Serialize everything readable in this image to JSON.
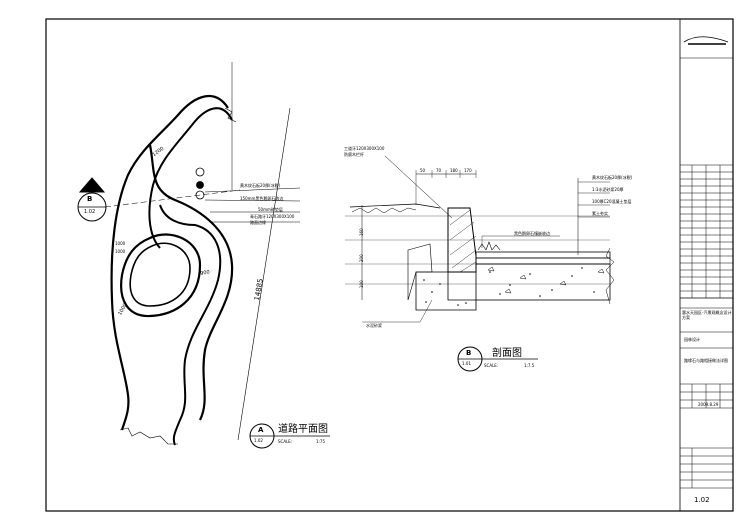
{
  "plan": {
    "title": "道路平面图",
    "scale_label": "SCALE:",
    "scale_value": "1:75",
    "marker_letter": "A",
    "marker_sheet": "1.02",
    "section_marker_letter": "B",
    "section_marker_sheet": "1.02",
    "dim_1200": "1200",
    "dim_900": "900",
    "dim_1000": "1000",
    "dim_small_1": "1000",
    "dim_small_2": "1000",
    "dim_length": "14885",
    "callouts": [
      "黄木纹石板20厚(冰裂)",
      "150mm黑色鹅卵石收边",
      "50mm砖垫层",
      "青石路牙120X300X100",
      "路面边缘"
    ]
  },
  "section": {
    "title": "剖面图",
    "scale_label": "SCALE:",
    "scale_value": "1:7.5",
    "marker_letter": "B",
    "marker_sheet": "1.01",
    "top_dims": [
      "50",
      "70",
      "180",
      "170"
    ],
    "left_dims": [
      "160",
      "200",
      "100"
    ],
    "callouts_left": [
      "工道牙120X300X100",
      "防腐木栏杆"
    ],
    "callouts_right": [
      "黄木纹石板20厚(冰裂)",
      "1:3水泥砂浆20厚",
      "100厚C20混凝土垫层",
      "素土夯实"
    ],
    "callout_pebble": "黑色鹅卵石镶嵌收边",
    "callout_bottom": "水泥砂浆"
  },
  "titleblock": {
    "project_name": "惠水天园区-汽景观概念设计方案",
    "discipline": "园林设计",
    "drawing_name": "路缘石与路相接做法详图",
    "sheet_number": "1.02",
    "stamp": "2009.8.29"
  }
}
